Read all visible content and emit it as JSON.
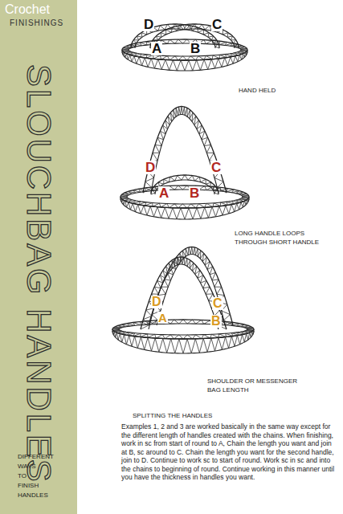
{
  "diagram": {
    "title": "SLOUCHBAG HANDLES",
    "labels": [
      "Crochet",
      "FINISHINGS",
      "D",
      "C",
      "A",
      "B",
      "HAND HELD",
      "D",
      "C",
      "A",
      "B",
      "LONG HANDLE LOOPS THROUGH SHORT HANDLE",
      "D",
      "C",
      "A",
      "B",
      "SHOULDER OR MESSENGER BAG LENGTH",
      "SPLITTING THE HANDLES",
      "Examples 1, 2 and 3 are worked basically in the same way except for the different length of handles created with the chains. When finishing, work in sc from start of round to A, Chain the length you want and join at B, sc around to C. Chain the length you want for the second handle, join to D. Continue to work sc to start of round. Work sc in sc and into the chains to beginning of round. Continue working in this manner until you have the thickness in handles you want.",
      "DIFFERENT WAYS TO FINISH HANDLES"
    ]
  }
}
